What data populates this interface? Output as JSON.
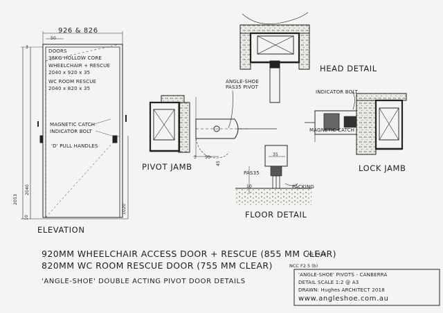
{
  "elevation": {
    "width_dims": "926 & 826",
    "dim_50": "50",
    "dim_3": "3",
    "notes": {
      "doors": "DOORS",
      "core": "38KG HOLLOW CORE",
      "wheelchair": "WHEELCHAIR + RESCUE",
      "wheelchair_size": "2040 x 920 x 35",
      "wc": "WC ROOM RESCUE",
      "wc_size": "2040 x 820 x 35",
      "magnetic": "MAGNETIC CATCH",
      "indicator": "INDICATOR BOLT",
      "pull": "'D' PULL HANDLES"
    },
    "heights": {
      "h1": "2053",
      "h2": "2040",
      "h3": "1020",
      "h4": "10"
    },
    "label": "ELEVATION"
  },
  "head_detail": {
    "label": "HEAD DETAIL"
  },
  "pivot_jamb": {
    "label": "PIVOT JAMB",
    "angle_shoe": "ANGLE-SHOE",
    "pas35": "PAS35 PIVOT",
    "dim_3": "3",
    "dim_50": "50",
    "dim_45": "45"
  },
  "lock_jamb": {
    "label": "LOCK JAMB",
    "indicator": "INDICATOR BOLT",
    "magnetic": "MAGNETIC CATCH"
  },
  "floor_detail": {
    "label": "FLOOR DETAIL",
    "dim_35": "35",
    "pas35": "PAS35",
    "dim_10": "10",
    "packing": "PACKING"
  },
  "notes": {
    "line1": "920MM WHEELCHAIR ACCESS DOOR + RESCUE  (855 MM CLEAR)",
    "line1_ref": "AS 1428",
    "line2": "820MM  WC ROOM RESCUE DOOR  (755 MM CLEAR)",
    "line2_ref": "NCC F2.5 (b)",
    "title": "'ANGLE-SHOE'  DOUBLE ACTING PIVOT DOOR DETAILS"
  },
  "titleblock": {
    "line1": "'ANGLE-SHOE' PIVOTS - CANBERRA",
    "line2": "DETAIL SCALE  1:2 @ A3",
    "line3": "DRAWN:  Hughes  ARCHITECT 2018",
    "website": "www.angleshoe.com.au"
  }
}
